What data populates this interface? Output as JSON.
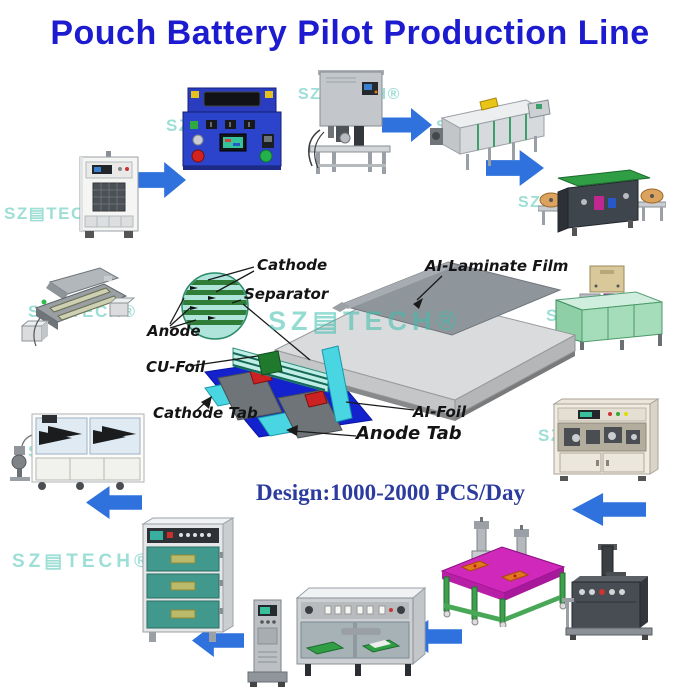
{
  "title": "Pouch Battery Pilot Production Line",
  "capacity_note": "Design:1000-2000 PCS/Day",
  "watermark_text": "SZ▤TECH®",
  "colors": {
    "title_blue": "#1d1bd0",
    "arrow_blue": "#2f72de",
    "watermark_teal": "#3dbfae",
    "capacity_blue": "#2c3c9e",
    "pouch_gray": "#dadbdc",
    "laminate_gray": "#8e959b",
    "tab_cyan": "#49d6e2",
    "sheet_blue": "#1322cc"
  },
  "diagram_labels": {
    "cathode": "Cathode",
    "separator": "Separator",
    "anode": "Anode",
    "cu_foil": "CU-Foil",
    "cathode_tab": "Cathode Tab",
    "al_laminate_film": "AI-Laminate Film",
    "al_foil": "AI-Foil",
    "anode_tab": "Anode Tab"
  }
}
